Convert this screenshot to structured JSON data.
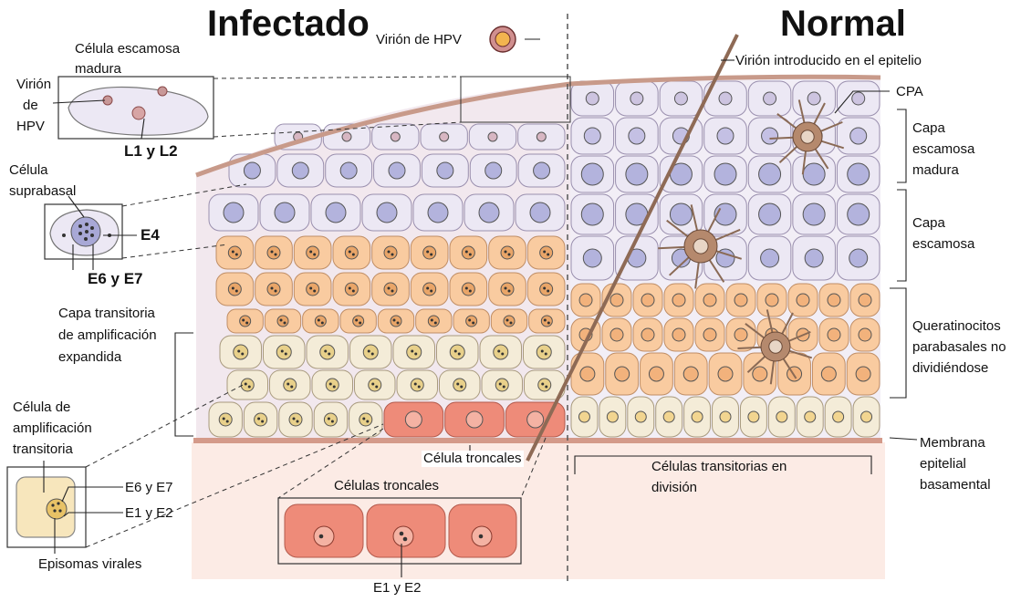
{
  "titles": {
    "left": "Infectado",
    "right": "Normal"
  },
  "labels": {
    "virion_hpv_top": "Virión de HPV",
    "virion_introducido": "Virión introducido en el epitelio",
    "cpa": "CPA",
    "capa_escamosa_madura_l1": "Capa",
    "capa_escamosa_madura_l2": "escamosa",
    "capa_escamosa_madura_l3": "madura",
    "capa_escamosa_l1": "Capa",
    "capa_escamosa_l2": "escamosa",
    "queratinocitos_l1": "Queratinocitos",
    "queratinocitos_l2": "parabasales no",
    "queratinocitos_l3": "dividiéndose",
    "membrana_l1": "Membrana",
    "membrana_l2": "epitelial",
    "membrana_l3": "basamental",
    "celula_escamosa_madura_l1": "Célula escamosa",
    "celula_escamosa_madura_l2": "madura",
    "virion_hpv_inset_l1": "Virión",
    "virion_hpv_inset_l2": "de",
    "virion_hpv_inset_l3": "HPV",
    "l1_l2": "L1 y L2",
    "celula_suprabasal_l1": "Célula",
    "celula_suprabasal_l2": "suprabasal",
    "e4": "E4",
    "e6_e7_top": "E6 y E7",
    "capa_transitoria_l1": "Capa transitoria",
    "capa_transitoria_l2": "de amplificación",
    "capa_transitoria_l3": "expandida",
    "celula_amplificacion_l1": "Célula de",
    "celula_amplificacion_l2": "amplificación",
    "celula_amplificacion_l3": "transitoria",
    "e6_e7_bottom": "E6 y E7",
    "e1_e2_left": "E1 y E2",
    "episomas": "Episomas virales",
    "celula_troncales": "Célula troncales",
    "celulas_troncales": "Células troncales",
    "e1_e2_bottom": "E1 y E2",
    "celulas_transitorias_l1": "Células transitorias en",
    "celulas_transitorias_l2": "división"
  },
  "colors": {
    "cell_lavender": "#ece8f4",
    "nucleus_purple": "#b3b3dd",
    "cell_orange": "#f9cba0",
    "cell_cream": "#f4ecd8",
    "stem_red": "#ee8b79",
    "membrane": "#d49a8a",
    "apc_brown": "#b5896d"
  }
}
